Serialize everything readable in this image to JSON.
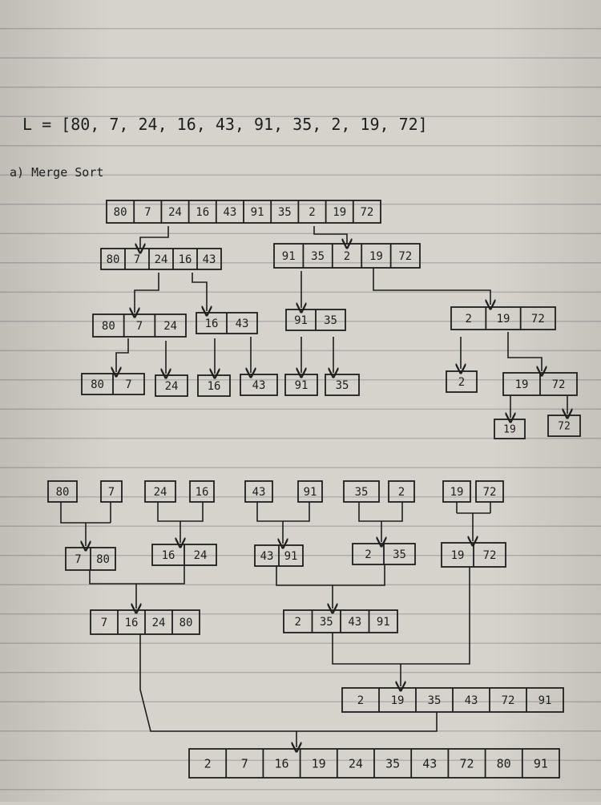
{
  "list_line": "L = [80, 7, 24, 16, 43, 91, 35, 2, 19, 72]",
  "heading": "a) Merge Sort",
  "split": {
    "root": [
      "80",
      "7",
      "24",
      "16",
      "43",
      "91",
      "35",
      "2",
      "19",
      "72"
    ],
    "left_half": [
      "80",
      "7",
      "24",
      "16",
      "43"
    ],
    "right_half": [
      "91",
      "35",
      "2",
      "19",
      "72"
    ],
    "ll": [
      "80",
      "7",
      "24"
    ],
    "lr": [
      "16",
      "43"
    ],
    "rl": [
      "91",
      "35"
    ],
    "rr": [
      "2",
      "19",
      "72"
    ],
    "leaves_a": [
      "80",
      "7"
    ],
    "leaf_24": [
      "24"
    ],
    "leaf_16": [
      "16"
    ],
    "leaf_43": [
      "43"
    ],
    "leaf_91": [
      "91"
    ],
    "leaf_35": [
      "35"
    ],
    "leaf_2": [
      "2"
    ],
    "pair_19_72": [
      "19",
      "72"
    ],
    "leaf_19": [
      "19"
    ],
    "leaf_72": [
      "72"
    ]
  },
  "merge": {
    "singles": [
      "80",
      "7",
      "24",
      "16",
      "43",
      "91",
      "35",
      "2",
      "19",
      "72"
    ],
    "pairs": [
      [
        "7",
        "80"
      ],
      [
        "16",
        "24"
      ],
      [
        "43",
        "91"
      ],
      [
        "2",
        "35"
      ],
      [
        "19",
        "72"
      ]
    ],
    "quad_left": [
      "7",
      "16",
      "24",
      "80"
    ],
    "quad_right": [
      "2",
      "35",
      "43",
      "91"
    ],
    "six": [
      "2",
      "19",
      "35",
      "43",
      "72",
      "91"
    ],
    "final": [
      "2",
      "7",
      "16",
      "19",
      "24",
      "35",
      "43",
      "72",
      "80",
      "91"
    ]
  }
}
